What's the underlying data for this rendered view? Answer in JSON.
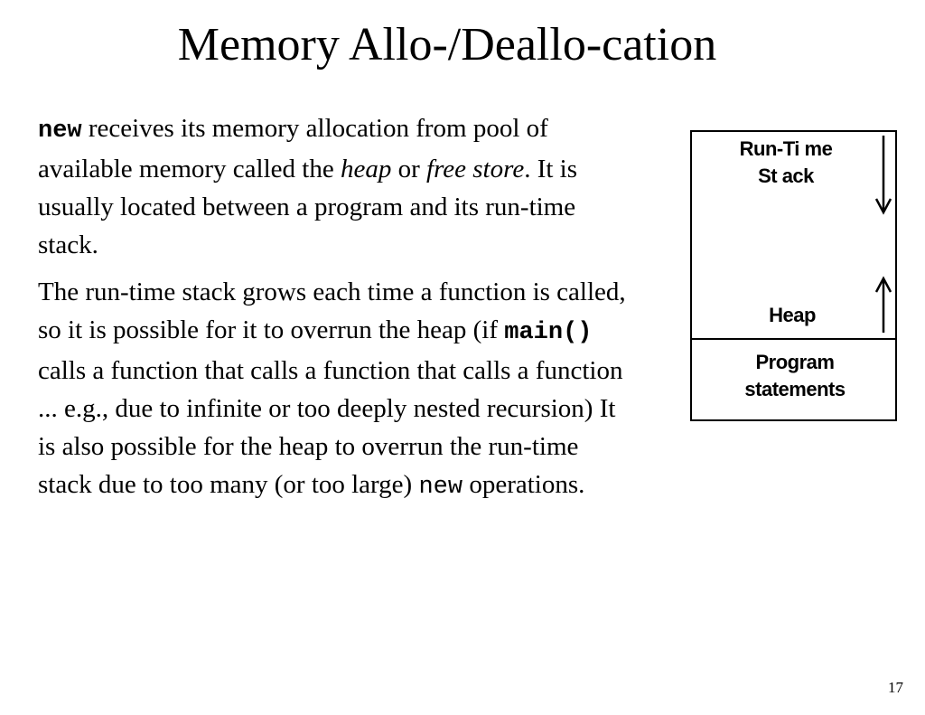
{
  "slide": {
    "title": "Memory Allo-/Deallo-cation",
    "page_number": "17"
  },
  "paragraph1": {
    "code_new": "new",
    "text_a": " receives its memory allocation from pool of available memory called the ",
    "term_heap": "heap",
    "text_b": " or ",
    "term_free_store": "free store",
    "text_c": ".  It is usually  located between a program and its run-time stack."
  },
  "paragraph2": {
    "text_a": "The run-time stack grows each time a function is called, so it is possible for it to overrun the heap (if ",
    "code_main": "main()",
    "text_b": " calls a function that calls a function that calls a function ...  e.g., due to infinite or too deeply nested recursion)  It is also possible for the heap to overrun the run-time stack due to too many (or too large) ",
    "code_new": "new",
    "text_c": " operations."
  },
  "diagram": {
    "stack_label_line1": "Run-Ti me",
    "stack_label_line2": "St ack",
    "heap_label": "Heap",
    "program_label_line1": "Program",
    "program_label_line2": "statements",
    "stack_arrow_icon": "arrow-down-icon",
    "heap_arrow_icon": "arrow-up-icon"
  }
}
